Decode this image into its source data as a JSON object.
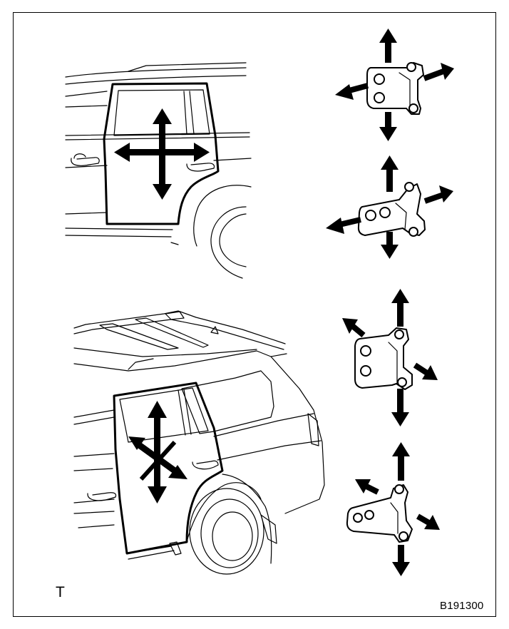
{
  "diagram": {
    "corner_letter": "T",
    "figure_code": "B191300",
    "views": [
      {
        "name": "side-view-rear-door",
        "arrow_pattern": "cross-4-way"
      },
      {
        "name": "perspective-view-rear-door",
        "arrow_pattern": "cross-diagonal-4-way"
      }
    ],
    "hinges": [
      {
        "name": "upper-hinge-body-side",
        "arrows": 4
      },
      {
        "name": "lower-hinge-body-side",
        "arrows": 4
      },
      {
        "name": "upper-hinge-door-side",
        "arrows": 4
      },
      {
        "name": "lower-hinge-door-side",
        "arrows": 4
      }
    ],
    "colors": {
      "ink": "#000000",
      "paper": "#ffffff"
    }
  }
}
